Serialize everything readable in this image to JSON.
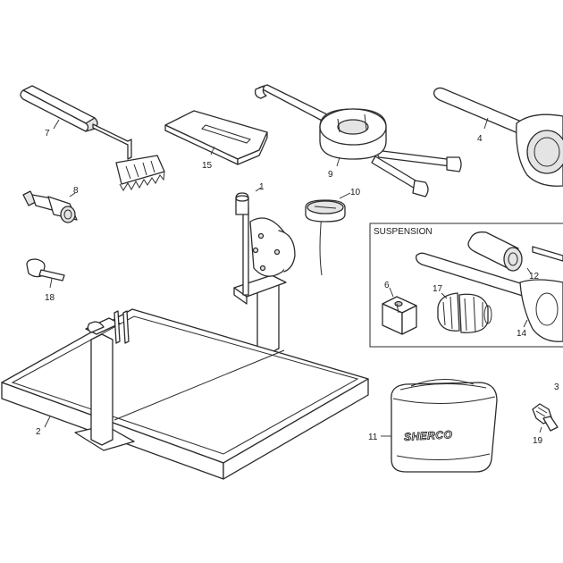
{
  "diagram": {
    "section_label": "SUSPENSION",
    "bag_brand": "SHERCO",
    "callouts": {
      "c1": "1",
      "c2": "2",
      "c3": "3",
      "c4": "4",
      "c6": "6",
      "c7": "7",
      "c8": "8",
      "c9": "9",
      "c10": "10",
      "c11": "11",
      "c12": "12",
      "c14": "14",
      "c15": "15",
      "c17": "17",
      "c18": "18",
      "c19": "19"
    }
  }
}
